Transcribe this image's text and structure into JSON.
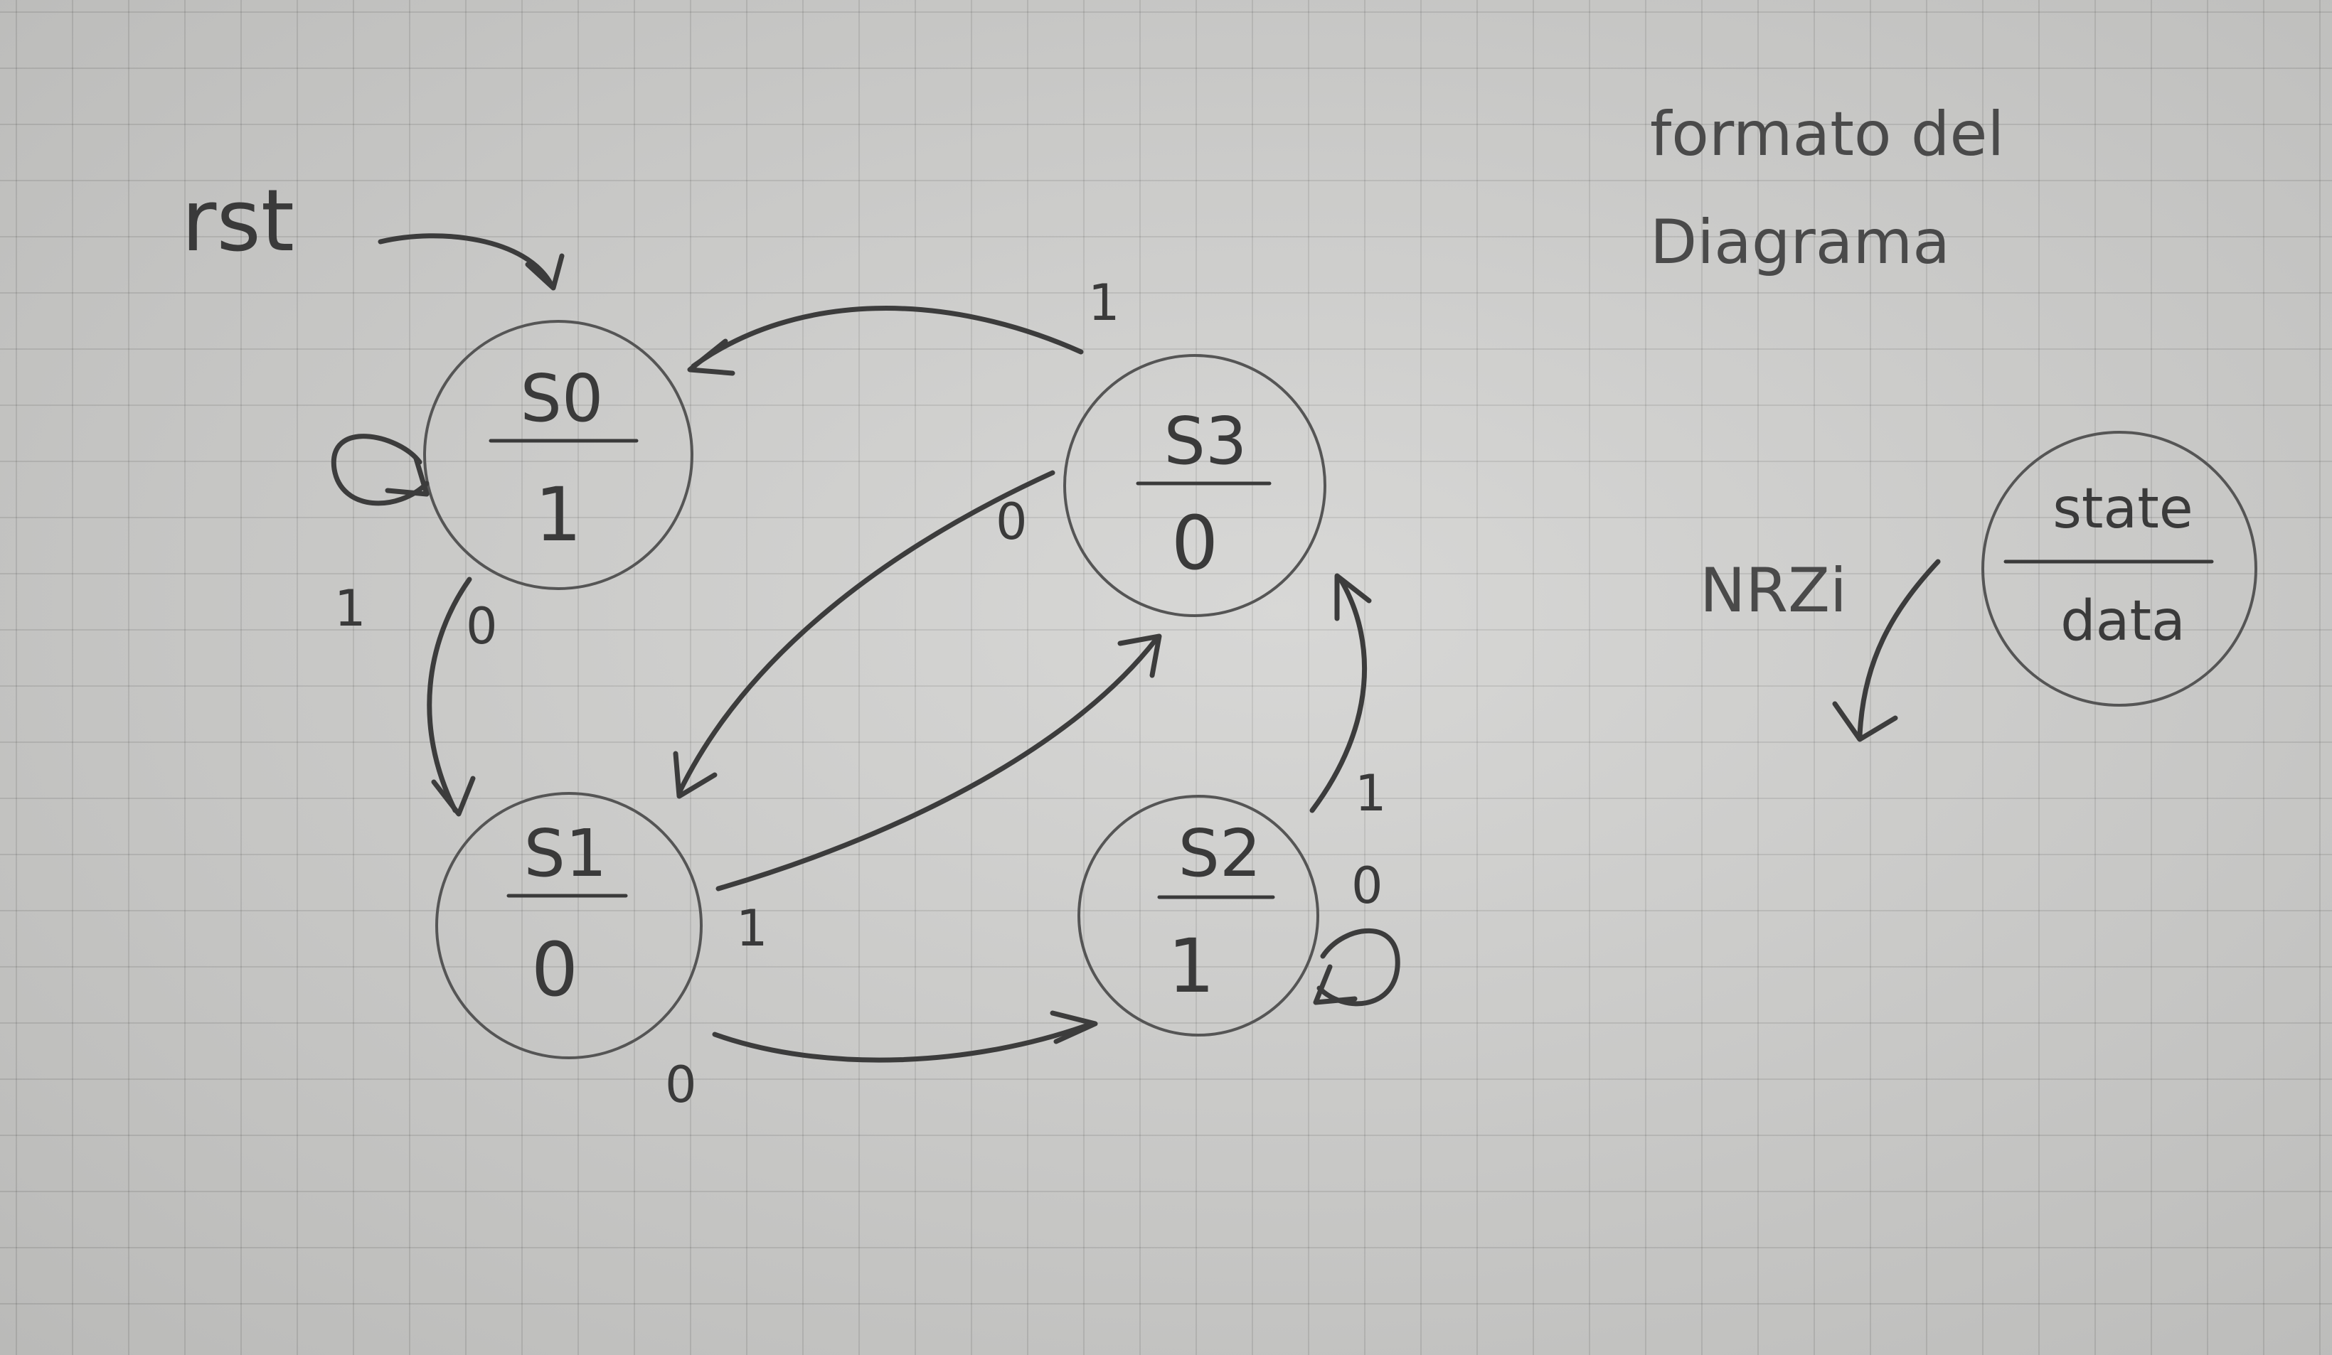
{
  "diagram": {
    "type": "state-machine",
    "reset_label": "rst",
    "states": [
      {
        "id": "s0",
        "name": "S0",
        "output": "1"
      },
      {
        "id": "s1",
        "name": "S1",
        "output": "0"
      },
      {
        "id": "s2",
        "name": "S2",
        "output": "1"
      },
      {
        "id": "s3",
        "name": "S3",
        "output": "0"
      }
    ],
    "transitions": [
      {
        "from": "S0",
        "to": "S0",
        "input": "1"
      },
      {
        "from": "S0",
        "to": "S1",
        "input": "0"
      },
      {
        "from": "S1",
        "to": "S3",
        "input": "1"
      },
      {
        "from": "S1",
        "to": "S2",
        "input": "0"
      },
      {
        "from": "S2",
        "to": "S2",
        "input": "0"
      },
      {
        "from": "S2",
        "to": "S3",
        "input": "1"
      },
      {
        "from": "S3",
        "to": "S0",
        "input": "1"
      },
      {
        "from": "S3",
        "to": "S1",
        "input": "0"
      }
    ]
  },
  "legend": {
    "title_line1": "formato del",
    "title_line2": "Diagrama",
    "input_label": "NRZi",
    "state_label": "state",
    "data_label": "data"
  }
}
